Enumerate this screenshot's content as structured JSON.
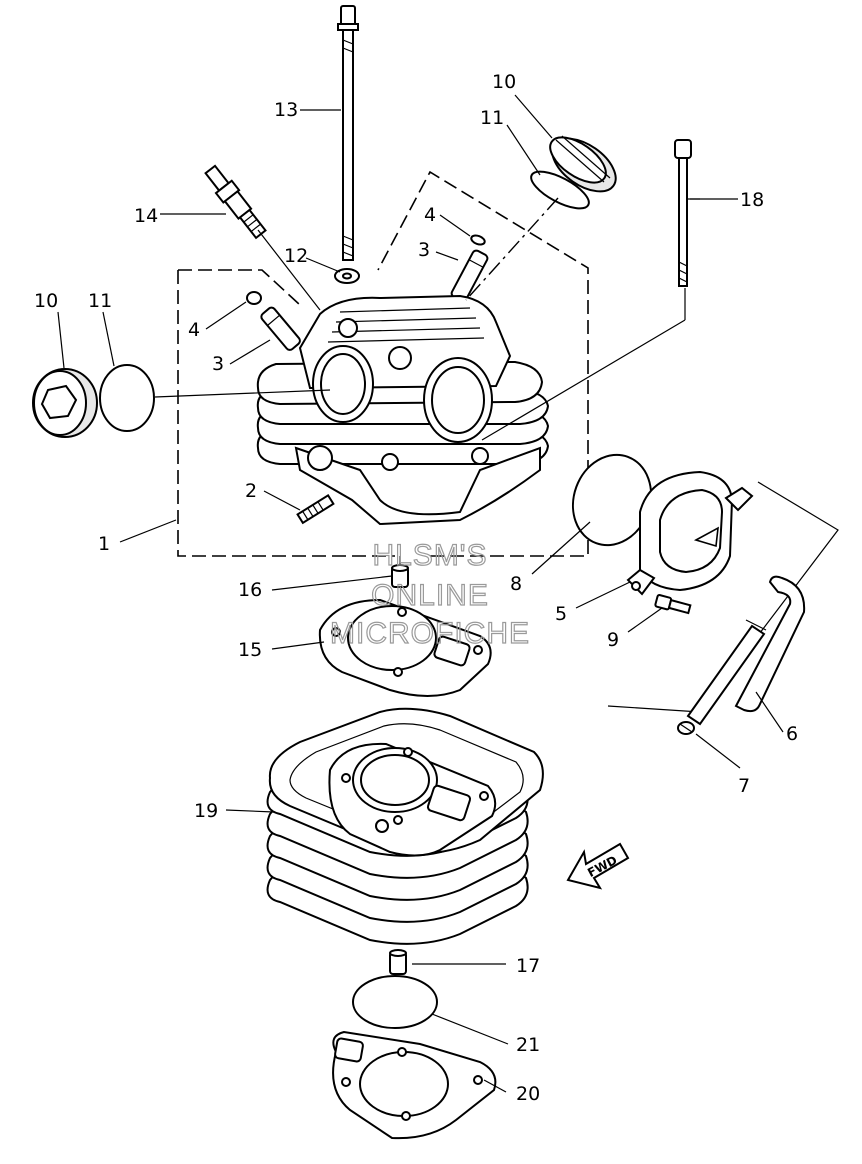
{
  "watermark": {
    "line1": "HLSM'S",
    "line2": "ONLINE",
    "line3": "MICROFICHE"
  },
  "fwd_label": "FWD",
  "callouts": {
    "c1": "1",
    "c2": "2",
    "c3a": "3",
    "c3b": "3",
    "c4a": "4",
    "c4b": "4",
    "c5": "5",
    "c6": "6",
    "c7": "7",
    "c8": "8",
    "c9": "9",
    "c10a": "10",
    "c10b": "10",
    "c11a": "11",
    "c11b": "11",
    "c12": "12",
    "c13": "13",
    "c14": "14",
    "c15": "15",
    "c16": "16",
    "c17": "17",
    "c18": "18",
    "c19": "19",
    "c20": "20",
    "c21": "21"
  }
}
